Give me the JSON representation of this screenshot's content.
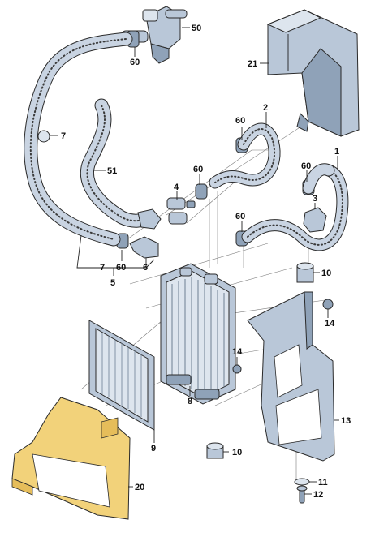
{
  "callouts": {
    "c50": "50",
    "c60_top": "60",
    "c21": "21",
    "c7_right": "7",
    "c2": "2",
    "c60_a": "60",
    "c1": "1",
    "c51": "51",
    "c60_b": "60",
    "c4": "4",
    "c60_c": "60",
    "c3": "3",
    "c60_d": "60",
    "c7_bottom": "7",
    "c60_bottom": "60",
    "c6": "6",
    "c5": "5",
    "c10_top": "10",
    "c14_right": "14",
    "c14_mid": "14",
    "c8": "8",
    "c9": "9",
    "c13": "13",
    "c10_bottom": "10",
    "c11": "11",
    "c12": "12",
    "c20": "20"
  },
  "colors": {
    "part_fill": "#b9c7d8",
    "part_dark": "#8fa2b8",
    "highlight_part": "#f2d27a",
    "line": "#2a2a2a"
  }
}
